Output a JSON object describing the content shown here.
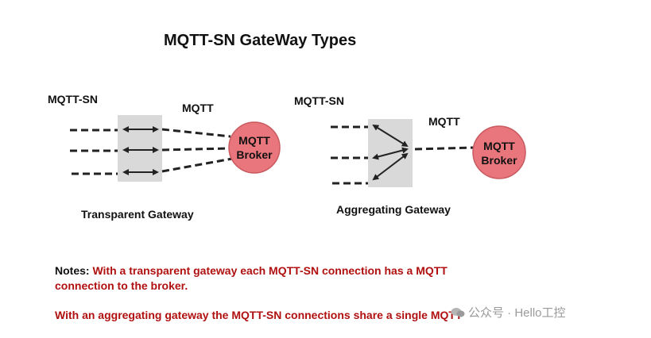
{
  "title": "MQTT-SN GateWay Types",
  "transparent": {
    "left_label": "MQTT-SN",
    "right_label": "MQTT",
    "broker_line1": "MQTT",
    "broker_line2": "Broker",
    "caption": "Transparent Gateway"
  },
  "aggregating": {
    "left_label": "MQTT-SN",
    "right_label": "MQTT",
    "broker_line1": "MQTT",
    "broker_line2": "Broker",
    "caption": "Aggregating Gateway"
  },
  "notes": {
    "prefix": "Notes:",
    "line1": "With a transparent gateway each MQTT-SN connection has a MQTT",
    "line2": "connection to the broker.",
    "line3": "With an aggregating gateway the MQTT-SN connections share a single MQTT"
  },
  "watermark": "公众号 · Hello工控",
  "colors": {
    "broker_fill": "#e9767c",
    "gateway_box": "#d9d9d9",
    "note_text": "#b01010"
  }
}
